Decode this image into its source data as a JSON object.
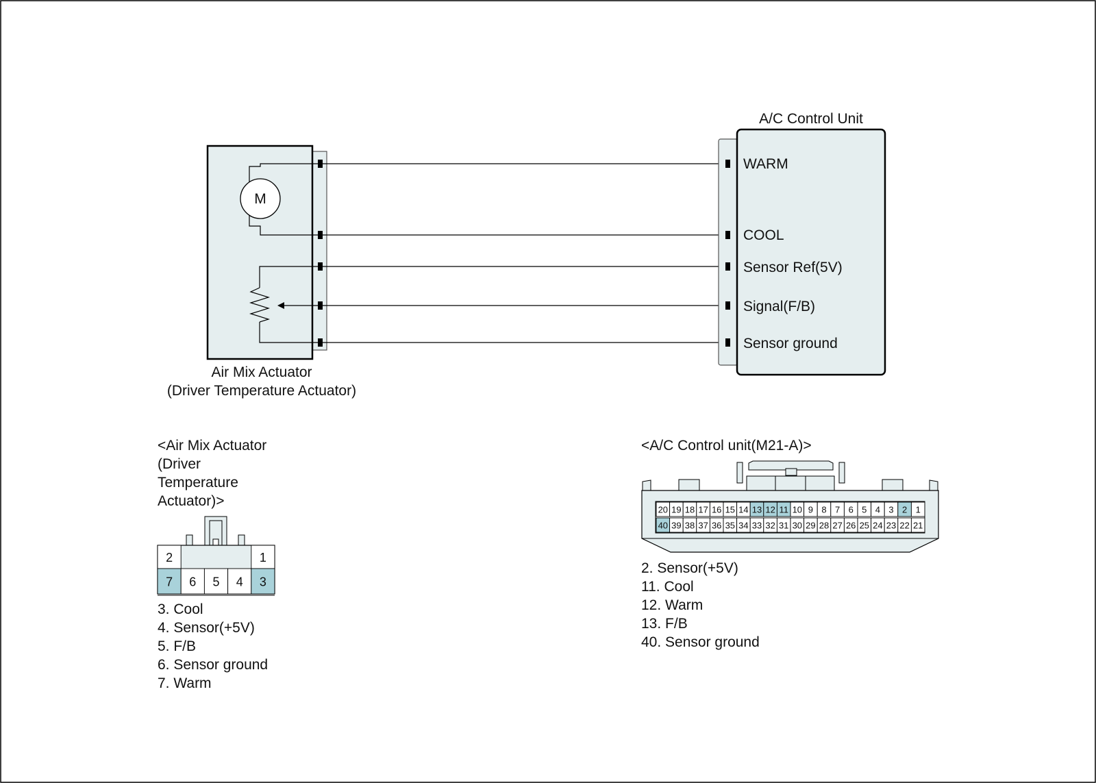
{
  "colors": {
    "body_fill": "#e5eeef",
    "highlight_pin": "#a9d2da",
    "line": "#000000"
  },
  "actuator": {
    "motor_symbol_label": "M",
    "caption_line1": "Air Mix Actuator",
    "caption_line2": "(Driver Temperature Actuator)"
  },
  "control_unit": {
    "title": "A/C Control Unit",
    "terminals": [
      "WARM",
      "COOL",
      "Sensor Ref(5V)",
      "Signal(F/B)",
      "Sensor ground"
    ]
  },
  "actuator_connector": {
    "title_lines": [
      "<Air Mix Actuator",
      "(Driver",
      "Temperature",
      "Actuator)>"
    ],
    "top_row": [
      "2",
      "",
      "",
      "",
      "1"
    ],
    "bottom_row": [
      "7",
      "6",
      "5",
      "4",
      "3"
    ],
    "highlighted": [
      "7",
      "3"
    ],
    "pin_legend": [
      "3. Cool",
      "4. Sensor(+5V)",
      "5. F/B",
      "6. Sensor ground",
      "7. Warm"
    ]
  },
  "control_unit_connector": {
    "title": "<A/C Control unit(M21-A)>",
    "top_row": [
      "20",
      "19",
      "18",
      "17",
      "16",
      "15",
      "14",
      "13",
      "12",
      "11",
      "10",
      "9",
      "8",
      "7",
      "6",
      "5",
      "4",
      "3",
      "2",
      "1"
    ],
    "bottom_row": [
      "40",
      "39",
      "38",
      "37",
      "36",
      "35",
      "34",
      "33",
      "32",
      "31",
      "30",
      "29",
      "28",
      "27",
      "26",
      "25",
      "24",
      "23",
      "22",
      "21"
    ],
    "highlighted": [
      "13",
      "12",
      "11",
      "2",
      "40"
    ],
    "pin_legend": [
      "2. Sensor(+5V)",
      "11. Cool",
      "12. Warm",
      "13. F/B",
      "40. Sensor ground"
    ]
  }
}
